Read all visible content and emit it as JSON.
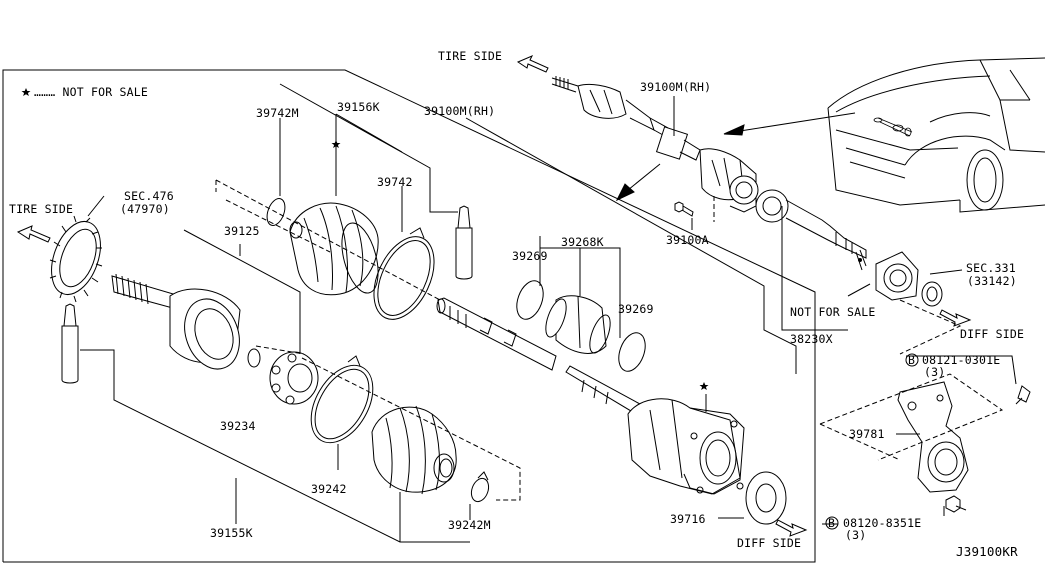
{
  "legend": {
    "star": "★",
    "text": "……… NOT FOR SALE"
  },
  "labels": {
    "tire_side_top": "TIRE SIDE",
    "p39100m_rh_top": "39100M(RH)",
    "p39742m": "39742M",
    "p39156k": "39156K",
    "p39100m_rh": "39100M(RH)",
    "p39742": "39742",
    "sec476": "SEC.476",
    "sec476_sub": "(47970)",
    "tire_side_left": "TIRE SIDE",
    "p39125": "39125",
    "p39269_a": "39269",
    "p39268k": "39268K",
    "p39269_b": "39269",
    "p39100a": "39100A",
    "sec331": "SEC.331",
    "sec331_sub": "(33142)",
    "not_for_sale": "NOT FOR SALE",
    "diff_side_right": "DIFF SIDE",
    "p38230x": "38230X",
    "bolt1": "08121-0301E",
    "bolt1_qty": "(3)",
    "p39781": "39781",
    "p39234": "39234",
    "p39242": "39242",
    "p39242m": "39242M",
    "p39155k": "39155K",
    "p39716": "39716",
    "diff_side_bottom": "DIFF SIDE",
    "bolt2": "08120-8351E",
    "bolt2_qty": "(3)",
    "diagram_code": "J39100KR"
  },
  "markers": {
    "bolt_circle": "B"
  }
}
